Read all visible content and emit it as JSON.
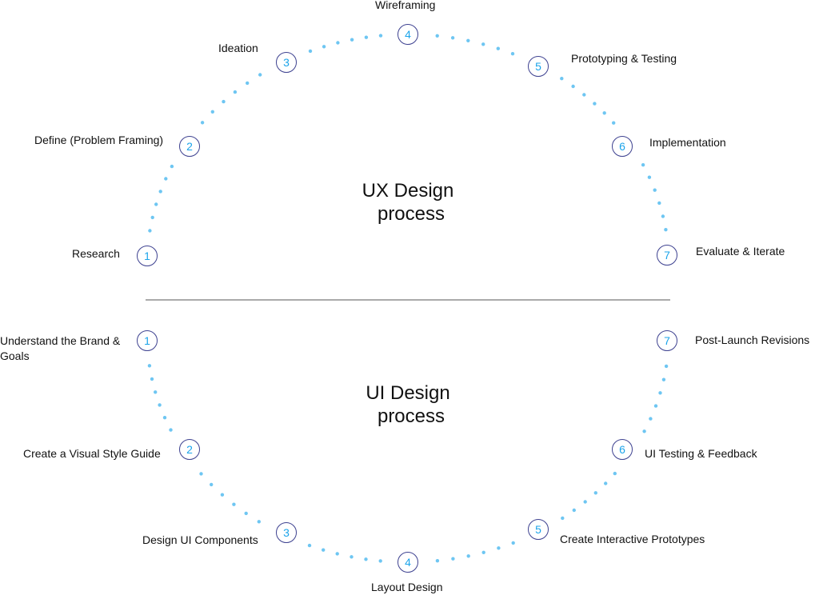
{
  "ux": {
    "title_line1": "UX Design",
    "title_line2": "process",
    "steps": [
      {
        "num": "1",
        "label": "Research"
      },
      {
        "num": "2",
        "label": "Define (Problem Framing)"
      },
      {
        "num": "3",
        "label": "Ideation"
      },
      {
        "num": "4",
        "label": "Wireframing"
      },
      {
        "num": "5",
        "label": "Prototyping & Testing"
      },
      {
        "num": "6",
        "label": "Implementation"
      },
      {
        "num": "7",
        "label": "Evaluate & Iterate"
      }
    ]
  },
  "ui": {
    "title_line1": "UI Design",
    "title_line2": "process",
    "steps": [
      {
        "num": "1",
        "label": "Understand the Brand &",
        "label2": "Goals"
      },
      {
        "num": "2",
        "label": "Create a Visual Style Guide"
      },
      {
        "num": "3",
        "label": "Design UI Components"
      },
      {
        "num": "4",
        "label": "Layout Design"
      },
      {
        "num": "5",
        "label": "Create Interactive Prototypes"
      },
      {
        "num": "6",
        "label": "UI Testing & Feedback"
      },
      {
        "num": "7",
        "label": "Post-Launch Revisions"
      }
    ]
  },
  "colors": {
    "circle_stroke": "#3d4190",
    "number": "#1ba4ea",
    "dot": "#6ec6f2",
    "divider": "#555555"
  }
}
